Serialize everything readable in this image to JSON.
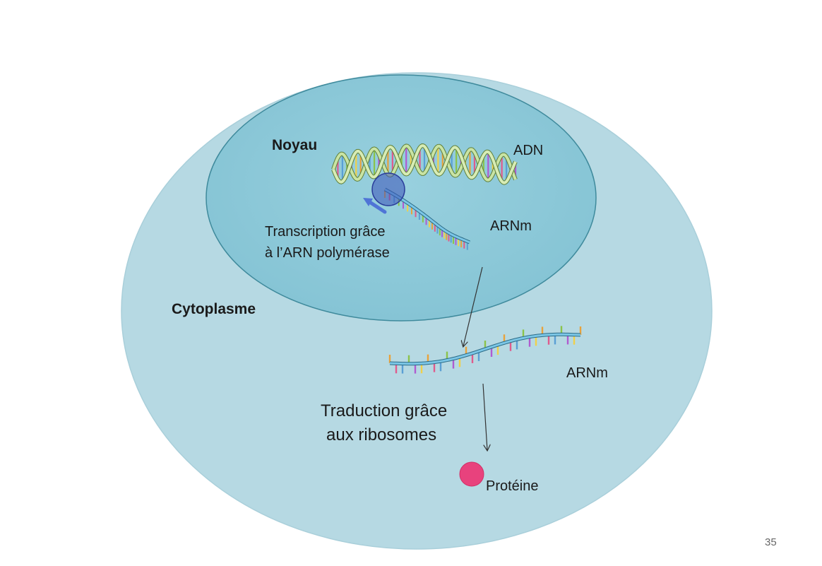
{
  "labels": {
    "nucleus": "Noyau",
    "cytoplasm": "Cytoplasme",
    "dna": "ADN",
    "mrna_nucleus": "ARNm",
    "transcription_line1": "Transcription grâce",
    "transcription_line2": "à l’ARN polymérase",
    "mrna_cytoplasm": "ARNm",
    "translation_line1": "Traduction grâce",
    "translation_line2": "aux ribosomes",
    "protein": "Protéine"
  },
  "page_number": "35",
  "colors": {
    "cell_fill": "#b6d9e3",
    "cell_stroke": "#a4cbd7",
    "nucleus_fill": "#8ec9da",
    "nucleus_stroke": "#3f8a9c",
    "dna_strand": "#c9e4a4",
    "rna_strand": "#7bc6e6",
    "polymerase": "#3b52b8",
    "protein": "#e8427d",
    "arrow": "#333333"
  }
}
